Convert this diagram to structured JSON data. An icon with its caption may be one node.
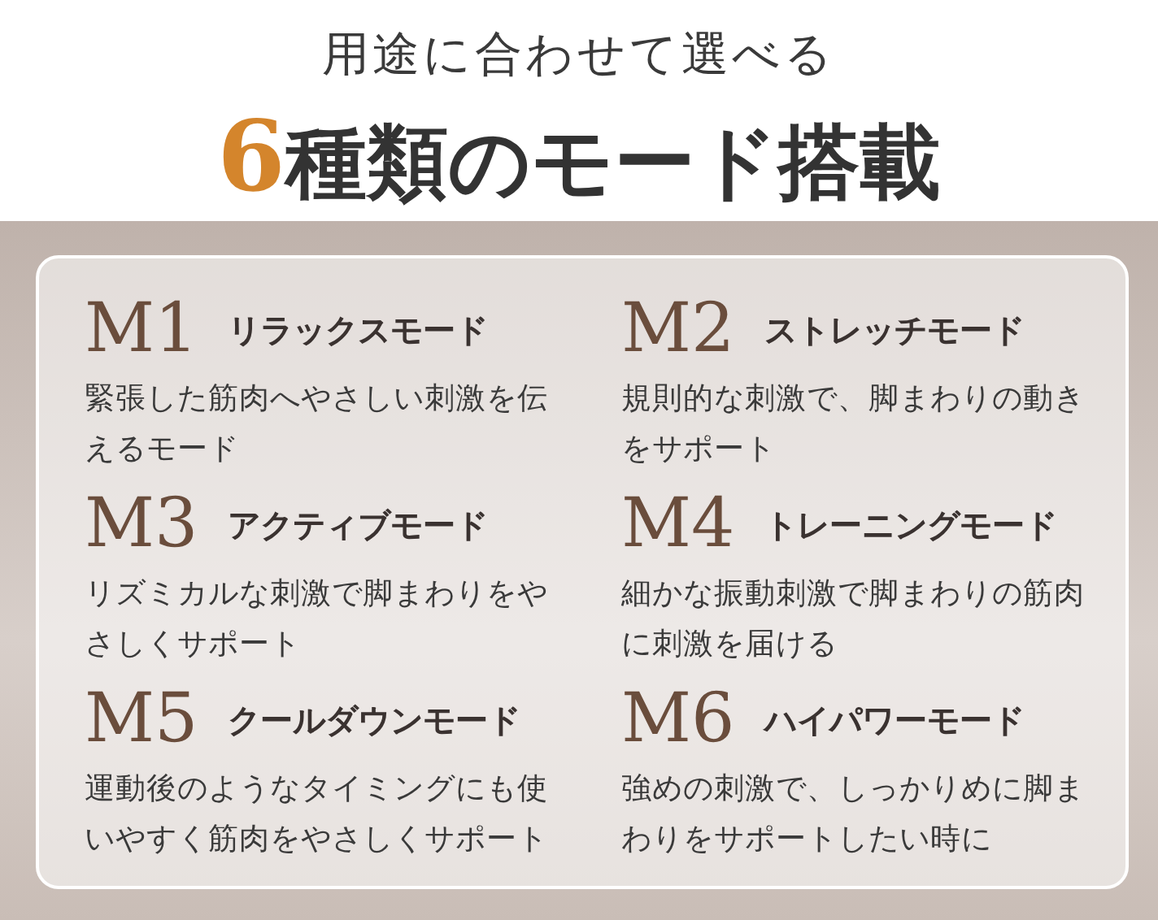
{
  "diagram": {
    "title": "6種類のモード搭載",
    "labels": [
      "用途に合わせて選べる",
      "M1",
      "リラックスモード",
      "緊張した筋肉へやさしい刺激を伝えるモード",
      "M2",
      "ストレッチモード",
      "規則的な刺激で、脚まわりの動きをサポート",
      "M3",
      "アクティブモード",
      "リズミカルな刺激で脚まわりをやさしくサポート",
      "M4",
      "トレーニングモード",
      "細かな振動刺激で脚まわりの筋肉に刺激を届ける",
      "M5",
      "クールダウンモード",
      "運動後のようなタイミングにも使いやすく筋肉をやさしくサポート",
      "M6",
      "ハイパワーモード",
      "強めの刺激で、しっかりめに脚まわりをサポートしたい時に"
    ]
  }
}
